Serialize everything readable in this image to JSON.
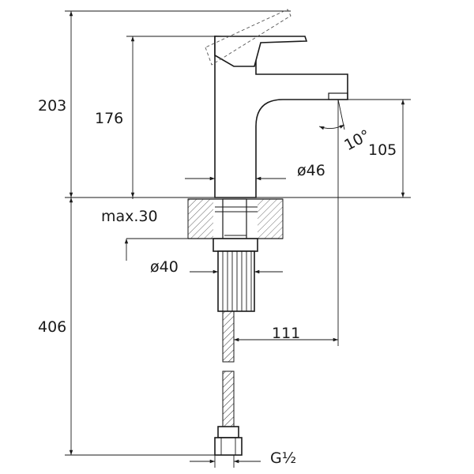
{
  "dimensions": {
    "overall_height_above": "203",
    "body_height": "176",
    "spout_height": "105",
    "body_diameter": "ø46",
    "max_deck_thickness": "max.30",
    "shank_diameter": "ø40",
    "below_deck_length": "406",
    "spout_reach": "111",
    "spout_angle": "10°",
    "connection_thread": "G½"
  }
}
